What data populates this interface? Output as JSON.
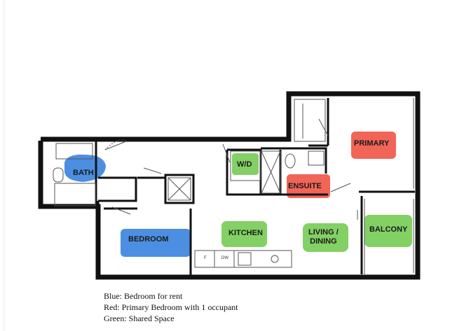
{
  "colors": {
    "blue": "#3d86e0",
    "red": "#f0584a",
    "green": "#78cc58",
    "wall": "#111111",
    "line": "#555555"
  },
  "rooms": {
    "bath": "BATH",
    "wd": "W/D",
    "ensuite": "ENSUITE",
    "primary": "PRIMARY",
    "bedroom": "BEDROOM",
    "kitchen": "KITCHEN",
    "living": "LIVING /\nDINING",
    "balcony": "BALCONY"
  },
  "fixtures": {
    "fridge": "F",
    "dishwasher": "DW"
  },
  "legend": {
    "blue": "Blue: Bedroom for rent",
    "red": "Red: Primary Bedroom with 1 occupant",
    "green": "Green: Shared Space"
  }
}
